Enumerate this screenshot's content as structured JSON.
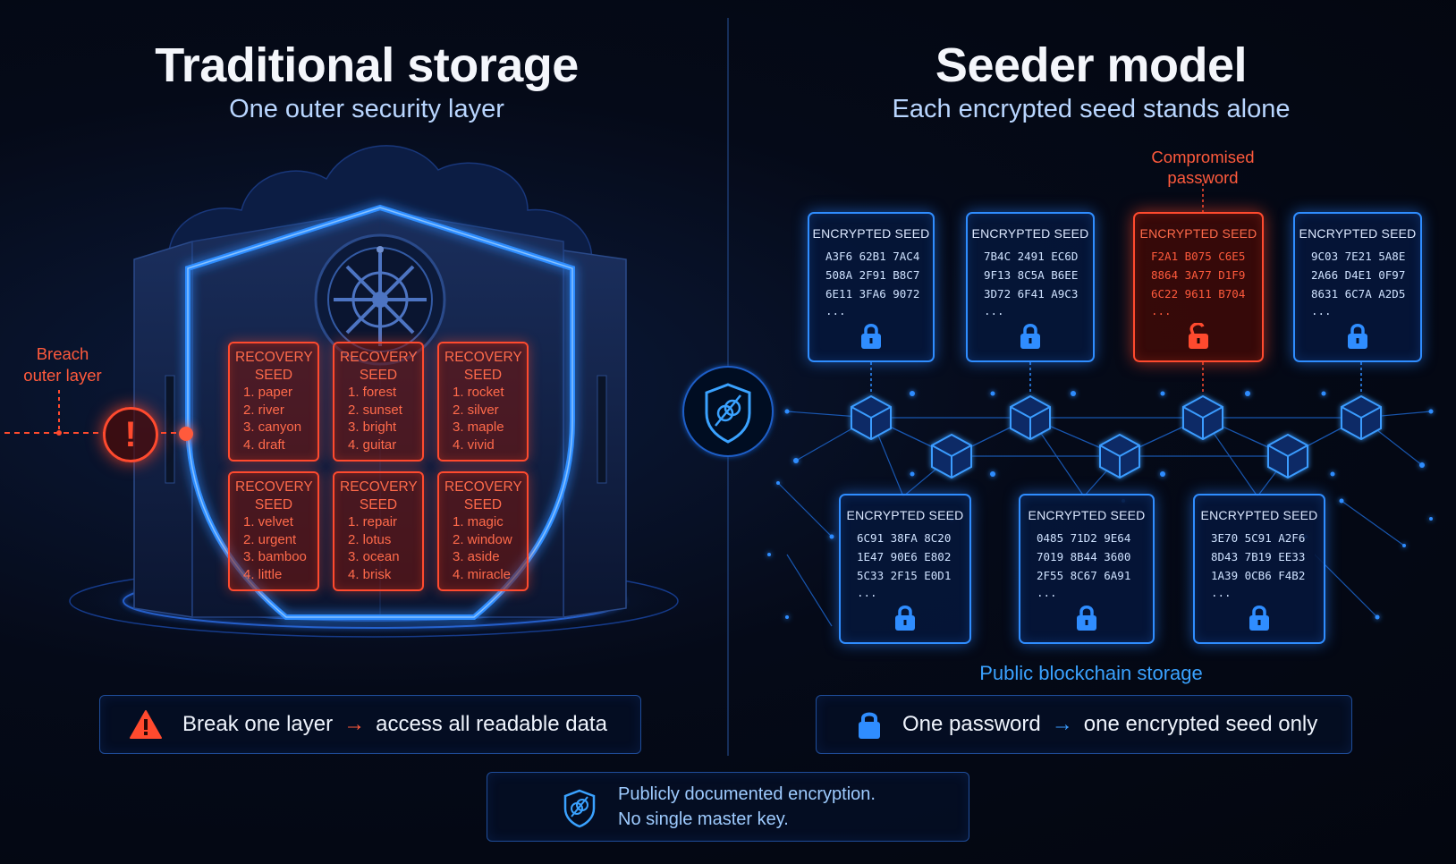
{
  "left": {
    "title": "Traditional storage",
    "subtitle": "One outer security layer",
    "breach_label": [
      "Breach",
      "outer layer"
    ],
    "alert_glyph": "!",
    "seed_cards": [
      {
        "heading": [
          "RECOVERY",
          "SEED"
        ],
        "words": [
          "1. paper",
          "2. river",
          "3. canyon",
          "4. draft"
        ]
      },
      {
        "heading": [
          "RECOVERY",
          "SEED"
        ],
        "words": [
          "1. forest",
          "2. sunset",
          "3. bright",
          "4. guitar"
        ]
      },
      {
        "heading": [
          "RECOVERY",
          "SEED"
        ],
        "words": [
          "1. rocket",
          "2. silver",
          "3. maple",
          "4. vivid"
        ]
      },
      {
        "heading": [
          "RECOVERY",
          "SEED"
        ],
        "words": [
          "1. velvet",
          "2. urgent",
          "3. bamboo",
          "4. little"
        ]
      },
      {
        "heading": [
          "RECOVERY",
          "SEED"
        ],
        "words": [
          "1. repair",
          "2. lotus",
          "3. ocean",
          "4. brisk"
        ]
      },
      {
        "heading": [
          "RECOVERY",
          "SEED"
        ],
        "words": [
          "1. magic",
          "2. window",
          "3. aside",
          "4. miracle"
        ]
      }
    ],
    "bottom": {
      "icon": "warning-triangle-icon",
      "before": "Break one layer",
      "arrow": "→",
      "after": "access all readable data"
    }
  },
  "right": {
    "title": "Seeder model",
    "subtitle": "Each encrypted seed stands alone",
    "compromised_label": [
      "Compromised",
      "password"
    ],
    "top_seeds": [
      {
        "heading": "ENCRYPTED SEED",
        "lines": [
          "A3F6 62B1 7AC4",
          "508A 2F91 B8C7",
          "6E11 3FA6 9072"
        ],
        "ellipsis": "...",
        "state": "locked"
      },
      {
        "heading": "ENCRYPTED SEED",
        "lines": [
          "7B4C 2491 EC6D",
          "9F13 8C5A B6EE",
          "3D72 6F41 A9C3"
        ],
        "ellipsis": "...",
        "state": "locked"
      },
      {
        "heading": "ENCRYPTED SEED",
        "lines": [
          "F2A1 B075 C6E5",
          "8864 3A77 D1F9",
          "6C22 9611 B704"
        ],
        "ellipsis": "...",
        "state": "unlocked"
      },
      {
        "heading": "ENCRYPTED SEED",
        "lines": [
          "9C03 7E21 5A8E",
          "2A66 D4E1 0F97",
          "8631 6C7A A2D5"
        ],
        "ellipsis": "...",
        "state": "locked"
      }
    ],
    "bottom_seeds": [
      {
        "heading": "ENCRYPTED SEED",
        "lines": [
          "6C91 38FA 8C20",
          "1E47 90E6 E802",
          "5C33 2F15 E0D1"
        ],
        "ellipsis": "...",
        "state": "locked"
      },
      {
        "heading": "ENCRYPTED SEED",
        "lines": [
          "0485 71D2 9E64",
          "7019 8B44 3600",
          "2F55 8C67 6A91"
        ],
        "ellipsis": "...",
        "state": "locked"
      },
      {
        "heading": "ENCRYPTED SEED",
        "lines": [
          "3E70 5C91 A2F6",
          "8D43 7B19 EE33",
          "1A39 0CB6 F4B2"
        ],
        "ellipsis": "...",
        "state": "locked"
      }
    ],
    "storage_label": "Public blockchain storage",
    "bottom": {
      "icon": "padlock-icon",
      "before": "One password",
      "arrow": "→",
      "after": "one encrypted seed only"
    }
  },
  "center_note": {
    "icon": "shield-no-link-icon",
    "lines": [
      "Publicly documented encryption.",
      "No single master key."
    ]
  },
  "colors": {
    "blue": "#2f8dff",
    "red": "#ff4a2e",
    "background": "#03060f"
  }
}
